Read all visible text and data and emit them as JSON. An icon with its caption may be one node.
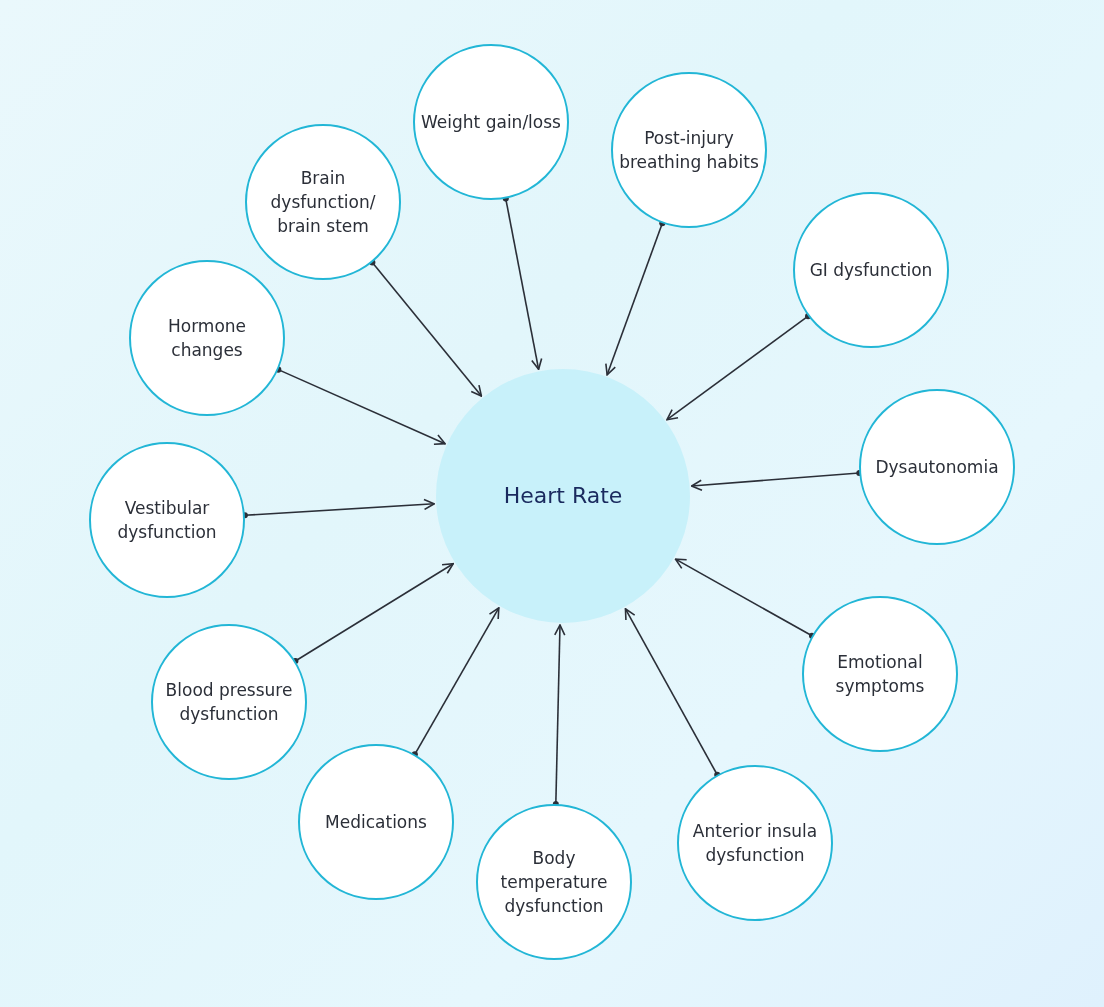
{
  "diagram": {
    "nodes": [
      {
        "text": [
          "Heart Rate"
        ]
      },
      {
        "text": [
          "Weight gain/loss"
        ]
      },
      {
        "text": [
          "Post-injury breathing habits"
        ]
      },
      {
        "text": [
          "Brain dysfunction/ brain stem"
        ]
      },
      {
        "text": [
          "GI dysfunction"
        ]
      },
      {
        "text": [
          "Hormone changes"
        ]
      },
      {
        "text": [
          "Dysautonomia"
        ]
      },
      {
        "text": [
          "Vestibular dysfunction"
        ]
      },
      {
        "text": [
          "Emotional symptoms"
        ]
      },
      {
        "text": [
          "Blood pressure dysfunction"
        ]
      },
      {
        "text": [
          "Medications"
        ]
      },
      {
        "text": [
          "Anterior insula dysfunction"
        ]
      },
      {
        "text": [
          "Body temperature dysfunction"
        ]
      }
    ],
    "edges": [
      {
        "from": 1,
        "to": 0,
        "arrow": "to"
      },
      {
        "from": 2,
        "to": 0,
        "arrow": "to"
      },
      {
        "from": 3,
        "to": 0,
        "arrow": "to"
      },
      {
        "from": 4,
        "to": 0,
        "arrow": "to"
      },
      {
        "from": 5,
        "to": 0,
        "arrow": "to"
      },
      {
        "from": 6,
        "to": 0,
        "arrow": "to"
      },
      {
        "from": 7,
        "to": 0,
        "arrow": "to"
      },
      {
        "from": 8,
        "to": 0,
        "arrow": "to"
      },
      {
        "from": 9,
        "to": 0,
        "arrow": "to"
      },
      {
        "from": 10,
        "to": 0,
        "arrow": "to"
      },
      {
        "from": 11,
        "to": 0,
        "arrow": "to"
      },
      {
        "from": 12,
        "to": 0,
        "arrow": "to"
      }
    ]
  }
}
